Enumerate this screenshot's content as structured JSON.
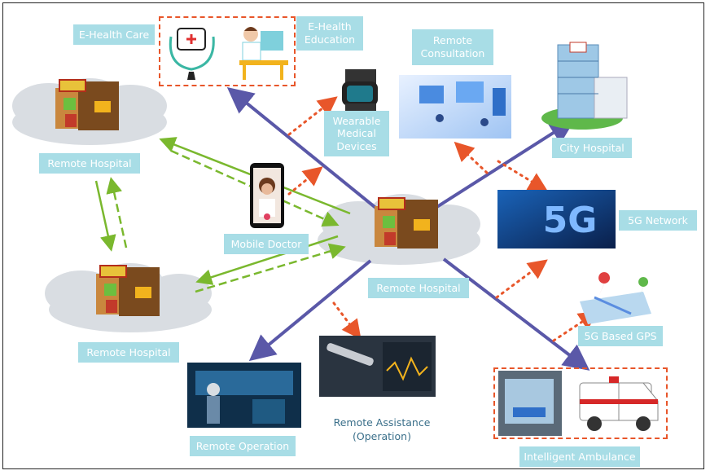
{
  "labels": {
    "ehealth_care": "E-Health Care",
    "ehealth_education": "E-Health\nEducation",
    "remote_consultation": "Remote\nConsultation",
    "wearable": "Wearable\nMedical\nDevices",
    "city_hospital": "City Hospital",
    "remote_hospital_tl": "Remote Hospital",
    "mobile_doctor": "Mobile Doctor",
    "network_5g": "5G Network",
    "remote_hospital_center": "Remote Hospital",
    "remote_hospital_bl": "Remote Hospital",
    "gps_5g": "5G Based GPS",
    "remote_operation": "Remote Operation",
    "remote_assistance": "Remote Assistance\n(Operation)",
    "intelligent_ambulance": "Intelligent Ambulance"
  },
  "image_text": {
    "5g_logo": "5G"
  },
  "colors": {
    "label_bg": "#a8dde6",
    "arrow_purple": "#5a58a8",
    "arrow_green": "#7ab82e",
    "dotted_orange": "#e8562a",
    "cloud": "#d9dde2"
  }
}
